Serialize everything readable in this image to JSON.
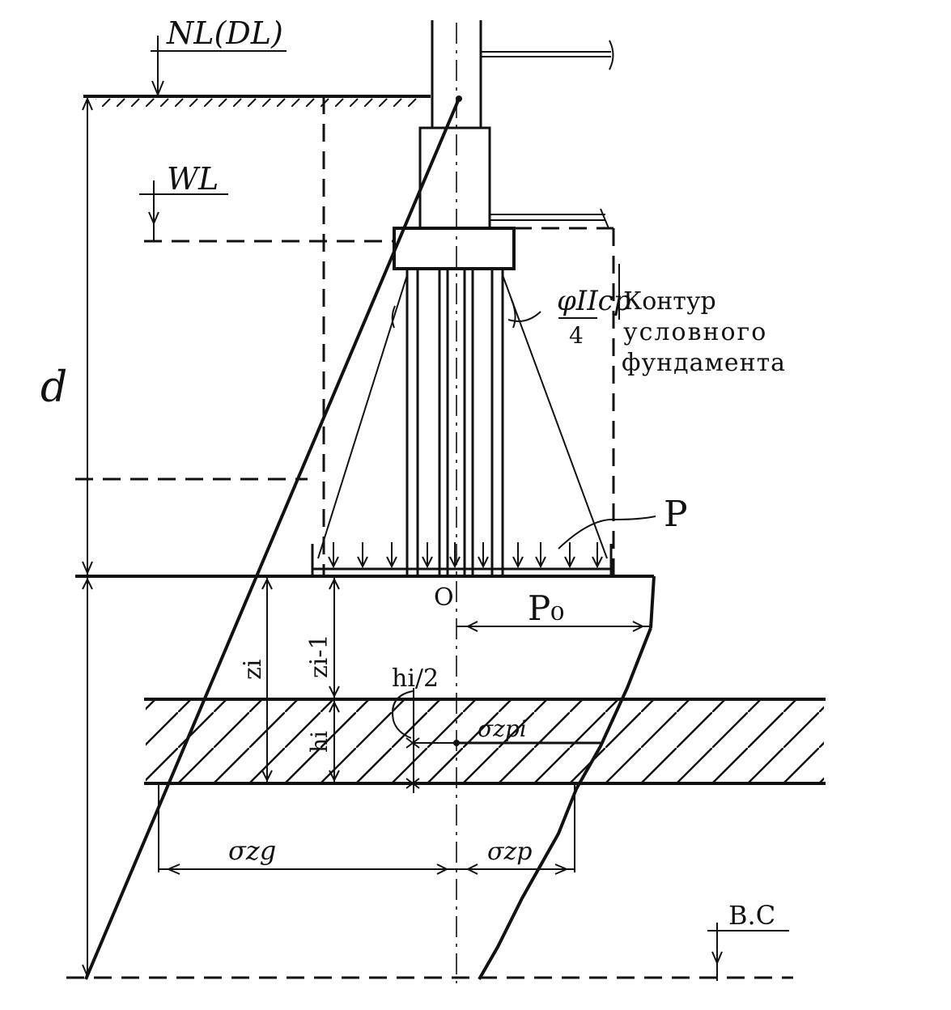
{
  "labels": {
    "nl_dl": "NL(DL)",
    "wl": "WL",
    "d": "d",
    "phi_num": "φIIcp",
    "phi_den": "4",
    "contour_line1": "Контур",
    "contour_line2": "условного",
    "contour_line3": "фундамента",
    "p": "P",
    "origin": "O",
    "p0": "P₀",
    "zi": "zi",
    "zi_minus_1": "zi-1",
    "hi": "hi",
    "hi_half": "hi/2",
    "sigma_zpi": "σzpi",
    "sigma_zg": "σzg",
    "sigma_zp": "σzp",
    "bc": "B.C"
  }
}
